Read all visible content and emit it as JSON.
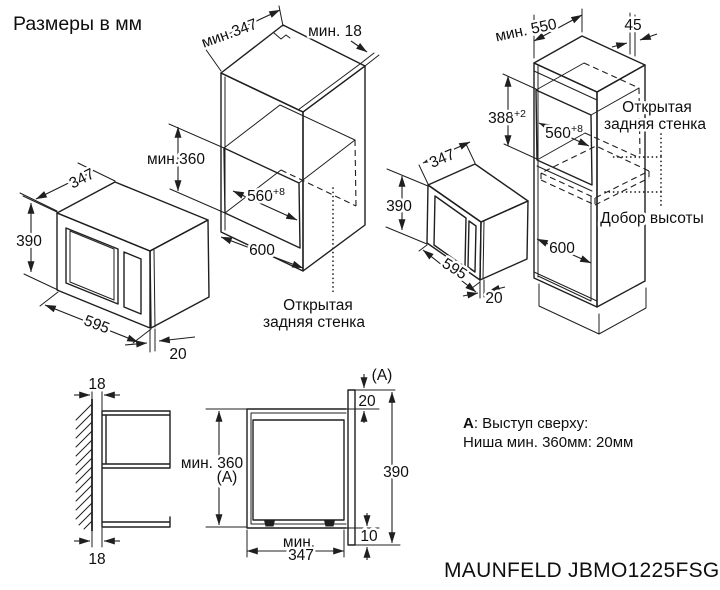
{
  "title": "Размеры в мм",
  "model": "MAUNFELD JBMO1225FSG",
  "note": {
    "key": "А",
    "rest": ": Выступ сверху:",
    "line2": "Ниша мин. 360мм: 20мм"
  },
  "colors": {
    "line": "#1f1f1f",
    "text": "#0f0f0f",
    "bg": "#ffffff"
  },
  "left_oven": {
    "depth": "347",
    "height": "390",
    "width": "595",
    "frame": "20"
  },
  "niche": {
    "min_depth": "мин.347",
    "min_gap": "мин. 18",
    "min_height": "мин.360",
    "cut_width": "560",
    "cut_width_tol": "+8",
    "width": "600",
    "open_back_1": "Открытая",
    "open_back_2": "задняя стенка"
  },
  "column": {
    "min_depth": "мин. 550",
    "top_gap": "45",
    "niche_height": "388",
    "niche_height_tol": "+2",
    "cut_width": "560",
    "cut_width_tol": "+8",
    "base_height": "600",
    "open_back_1": "Открытая",
    "open_back_2": "задняя стенка",
    "filler": "Добор высоты",
    "oven_depth": "347",
    "oven_height": "390",
    "oven_width": "595",
    "frame": "20"
  },
  "wall": {
    "top_gap": "18",
    "bottom_gap": "18"
  },
  "section": {
    "min_height": "мин. 360",
    "min_height_ref": "(А)",
    "top_ref": "(А)",
    "top_overlap": "20",
    "door_height": "390",
    "bottom_overlap": "10",
    "depth_1": "мин.",
    "depth_2": "347"
  }
}
